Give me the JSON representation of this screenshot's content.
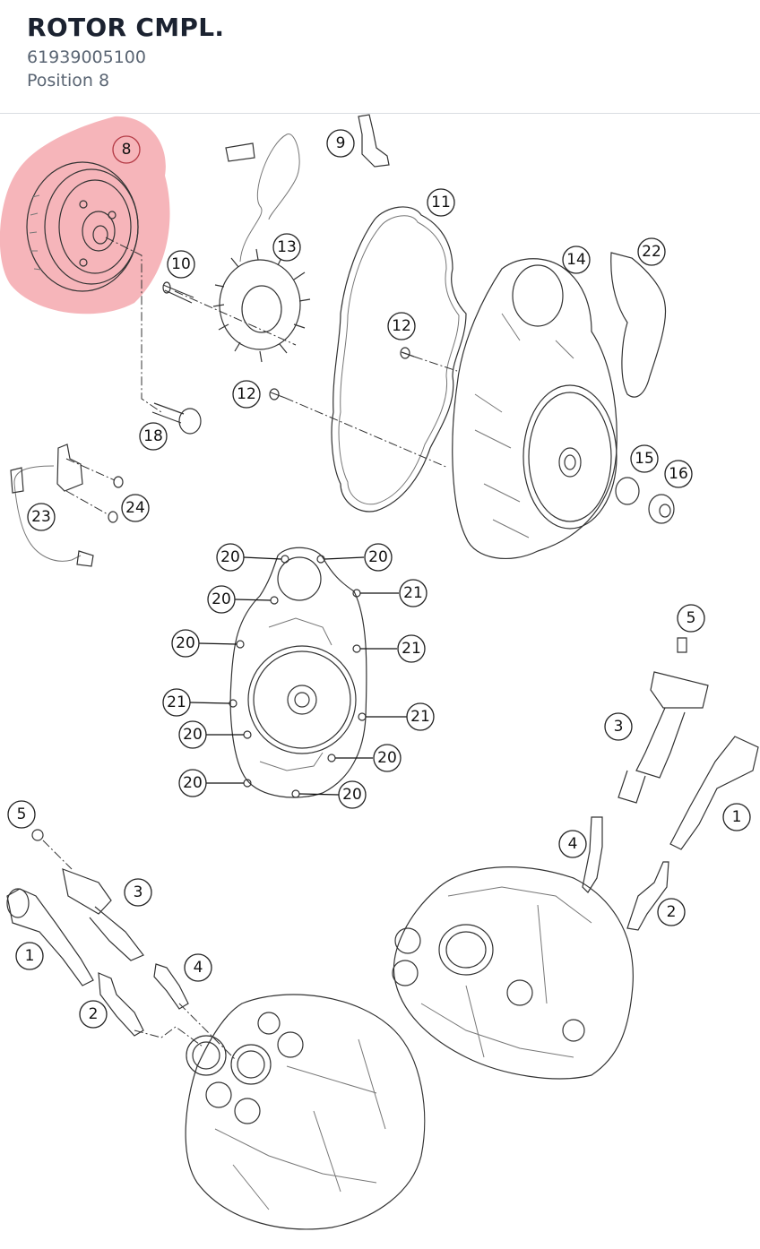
{
  "header": {
    "title": "ROTOR CMPL.",
    "part_number": "61939005100",
    "position_label": "Position 8"
  },
  "diagram": {
    "highlight_color": "#f4a8ae",
    "callouts": {
      "c8": "8",
      "c9": "9",
      "c10": "10",
      "c11": "11",
      "c12a": "12",
      "c12b": "12",
      "c13": "13",
      "c14": "14",
      "c15": "15",
      "c16": "16",
      "c18": "18",
      "c22": "22",
      "c23": "23",
      "c24": "24",
      "c20a": "20",
      "c20b": "20",
      "c20c": "20",
      "c20d": "20",
      "c20e": "20",
      "c20f": "20",
      "c20g": "20",
      "c20h": "20",
      "c21a": "21",
      "c21b": "21",
      "c21c": "21",
      "c21d": "21",
      "c5a": "5",
      "c3a": "3",
      "c4a": "4",
      "c1a": "1",
      "c2a": "2",
      "c5b": "5",
      "c3b": "3",
      "c4b": "4",
      "c1b": "1",
      "c2b": "2"
    }
  }
}
